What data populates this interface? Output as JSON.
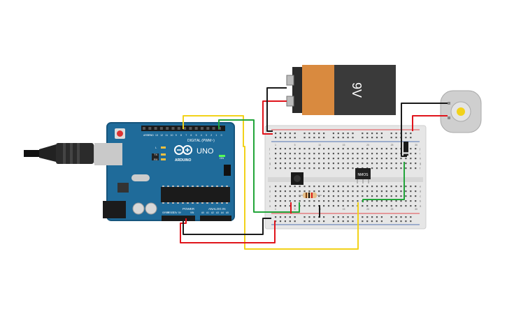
{
  "arduino": {
    "brand": "ARDUINO",
    "model": "UNO",
    "digital_header_label": "DIGITAL (PWM~)",
    "power_label": "POWER",
    "analog_label": "ANALOG IN",
    "on_label": "ON",
    "tx_label": "TX",
    "rx_label": "RX",
    "l_label": "L",
    "aref_label": "AREF",
    "gnd_label": "GND",
    "ioref_label": "IOREF",
    "reset_label": "RESET",
    "v33_label": "3.3V",
    "v5_label": "5V",
    "vin_label": "VIN",
    "digital_pins": [
      "13",
      "12",
      "11",
      "10",
      "9",
      "8",
      "7",
      "6",
      "5",
      "4",
      "3",
      "2",
      "1",
      "0"
    ],
    "analog_pins": [
      "A0",
      "A1",
      "A2",
      "A3",
      "A4",
      "A5"
    ]
  },
  "battery": {
    "label": "9V"
  },
  "mosfet": {
    "label": "NMOS"
  },
  "breadboard": {
    "row_letters_top": [
      "j",
      "i",
      "h",
      "g",
      "f"
    ],
    "row_letters_bottom": [
      "e",
      "d",
      "c",
      "b",
      "a"
    ],
    "column_numbers": [
      "1",
      "5",
      "10",
      "15",
      "20",
      "25",
      "30"
    ]
  },
  "colors": {
    "wire_red": "#e0141b",
    "wire_black": "#1a1a1a",
    "wire_yellow": "#f2d21a",
    "wire_green": "#22a53a",
    "board_blue": "#1f6b9a",
    "breadboard": "#e6e6e6",
    "battery_orange": "#d98a3f"
  }
}
